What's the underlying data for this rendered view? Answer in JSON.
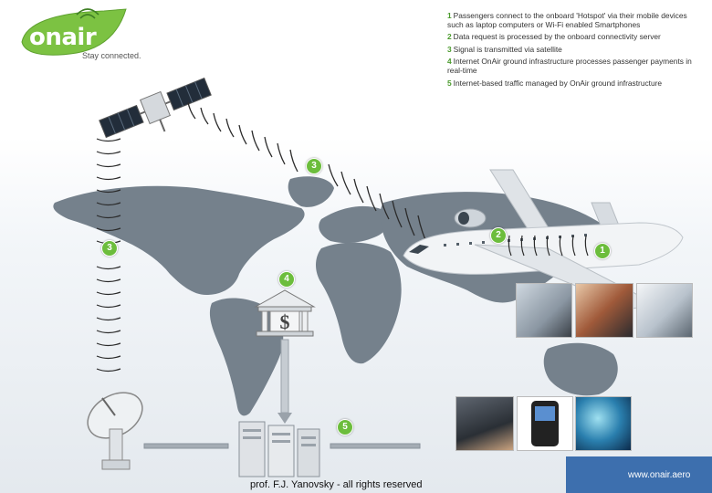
{
  "logo": {
    "brand": "onair",
    "tagline": "Stay connected."
  },
  "steps": [
    {
      "num": "1",
      "text": "Passengers connect to the onboard 'Hotspot' via their mobile devices such as laptop computers or Wi-Fi enabled Smartphones"
    },
    {
      "num": "2",
      "text": "Data request is processed by the onboard connectivity server"
    },
    {
      "num": "3",
      "text": "Signal is transmitted via satellite"
    },
    {
      "num": "4",
      "text": "Internet OnAir ground infrastructure processes passenger payments in real-time"
    },
    {
      "num": "5",
      "text": "Internet-based traffic managed by OnAir ground infrastructure"
    }
  ],
  "badges": {
    "b1": "1",
    "b2": "2",
    "b3_top": "3",
    "b3_left": "3",
    "b4": "4",
    "b5": "5"
  },
  "footer": "prof. F.J. Yanovsky - all rights reserved",
  "website": "www.onair.aero",
  "colors": {
    "accent_green": "#6cbd3c",
    "map_grey": "#6f7b86"
  }
}
